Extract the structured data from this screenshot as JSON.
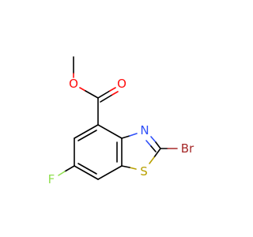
{
  "atoms": {
    "ester_o": {
      "label": "O",
      "color": "#ff0d0d"
    },
    "carbonyl_o": {
      "label": "O",
      "color": "#ff0d0d"
    },
    "n": {
      "label": "N",
      "color": "#3050f8"
    },
    "br": {
      "label": "Br",
      "color": "#a62929"
    },
    "s": {
      "label": "S",
      "color": "#b8a000"
    },
    "f": {
      "label": "F",
      "color": "#90e050"
    }
  },
  "colors": {
    "bond": "#000000",
    "background": "#ffffff"
  }
}
